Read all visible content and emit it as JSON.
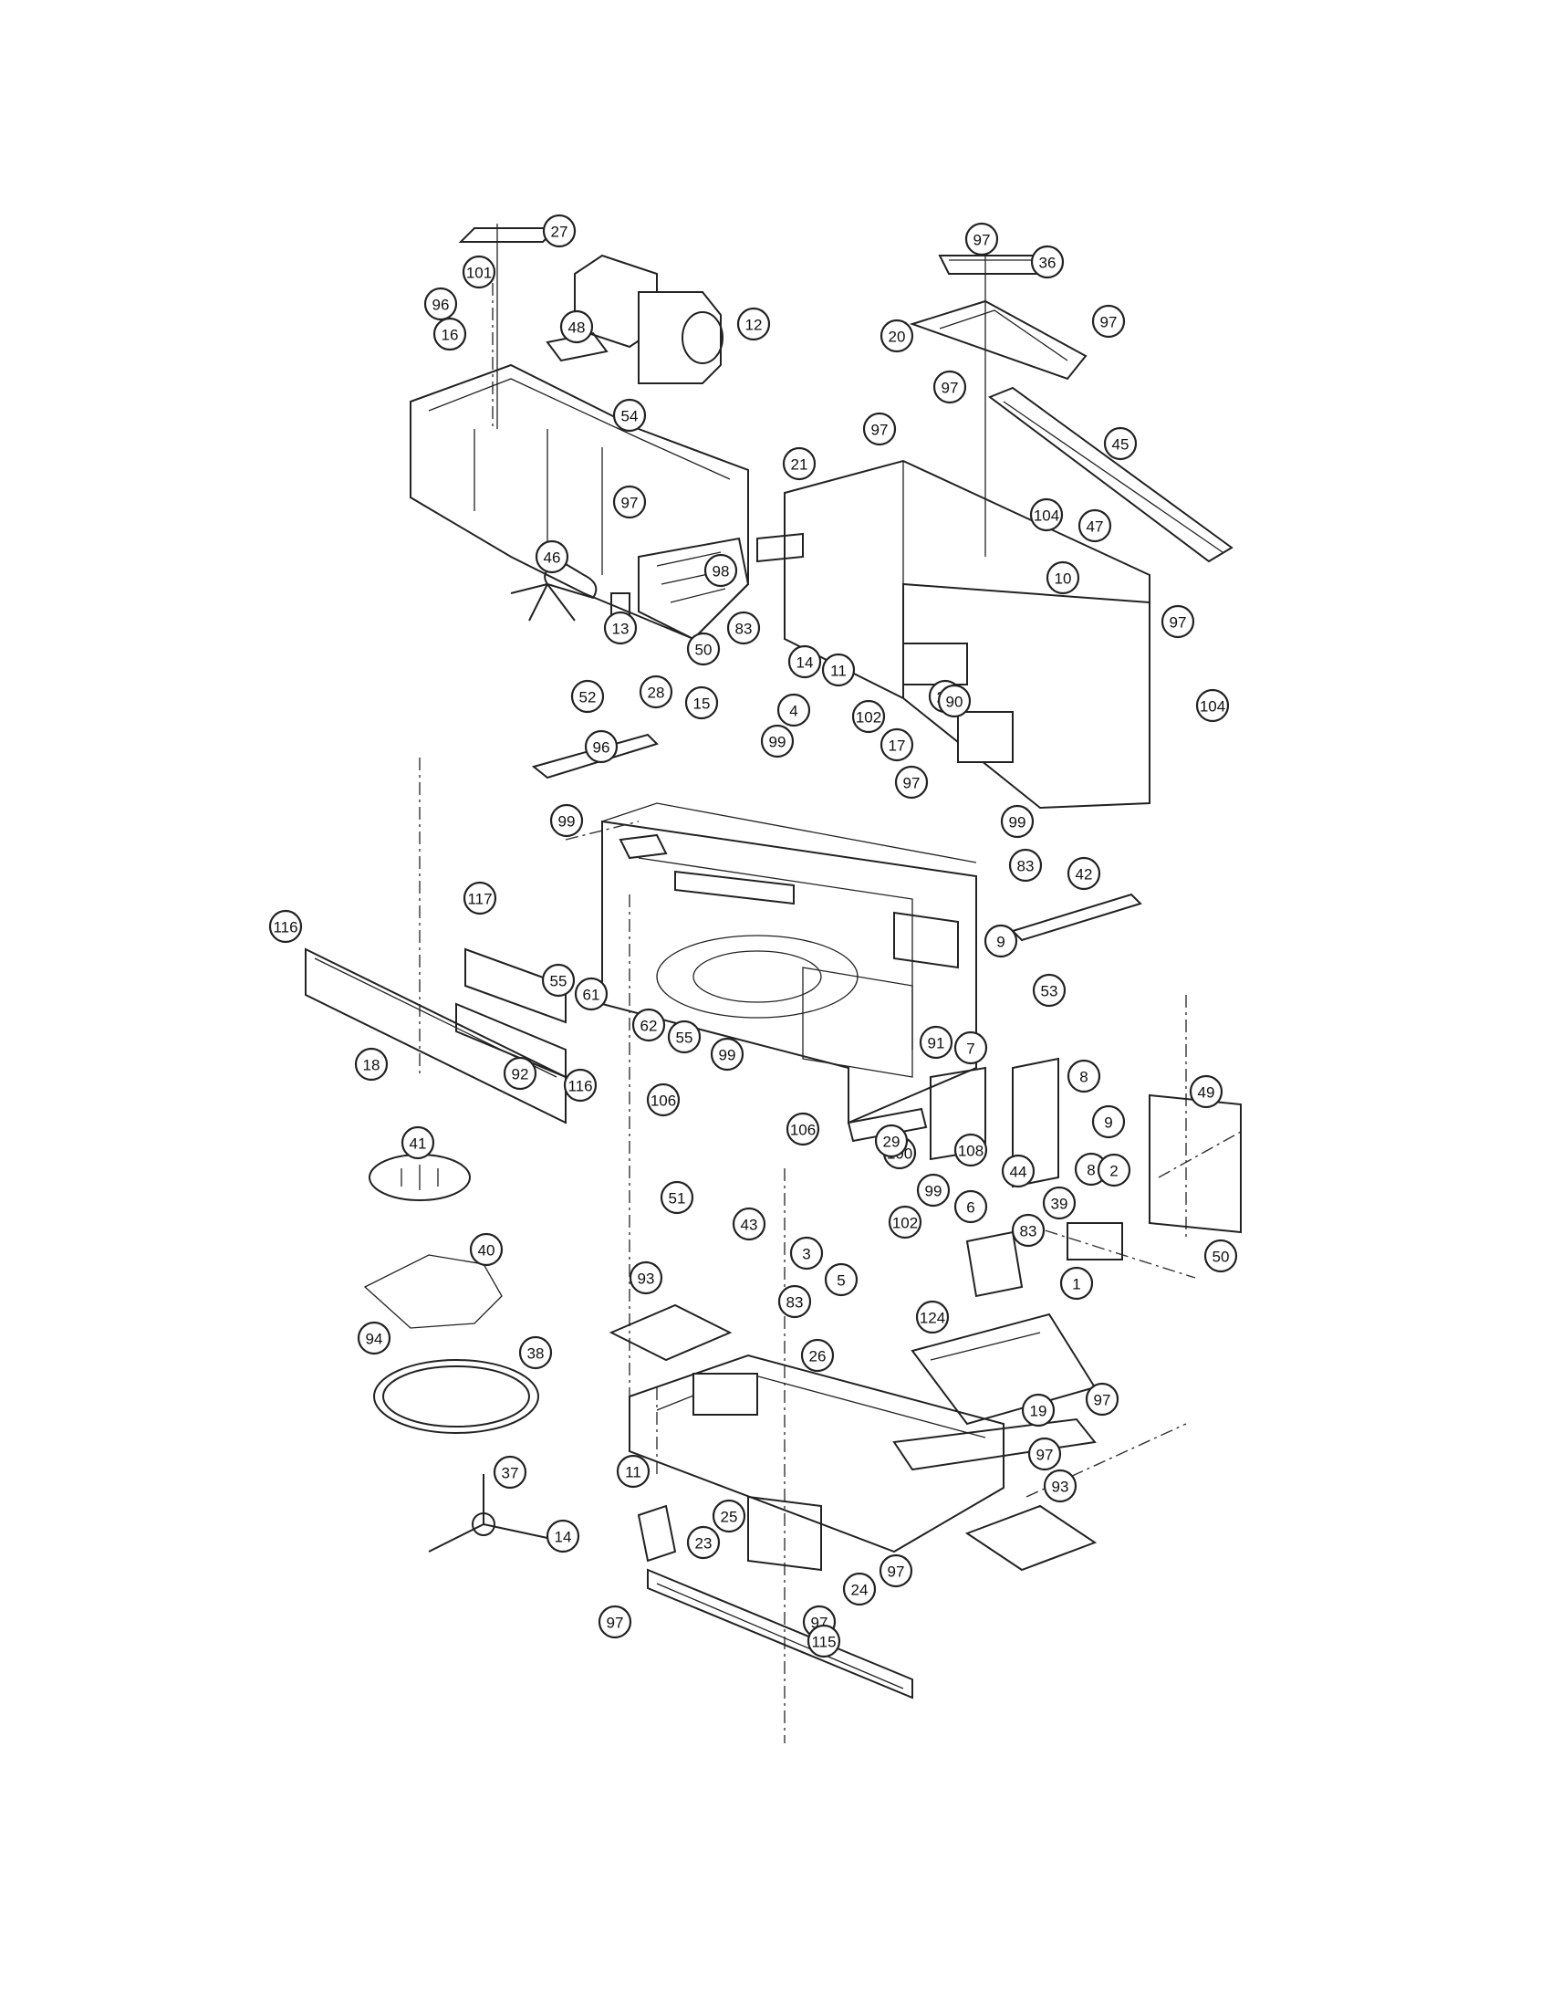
{
  "labels": [
    "27",
    "101",
    "96",
    "16",
    "12",
    "48",
    "54",
    "97",
    "98",
    "46",
    "13",
    "50",
    "97",
    "36",
    "20",
    "97",
    "97",
    "97",
    "45",
    "21",
    "104",
    "47",
    "10",
    "97",
    "22",
    "90",
    "104",
    "83",
    "14",
    "11",
    "4",
    "28",
    "15",
    "99",
    "102",
    "17",
    "97",
    "52",
    "96",
    "99",
    "117",
    "99",
    "83",
    "42",
    "9",
    "53",
    "116",
    "55",
    "61",
    "62",
    "55",
    "99",
    "92",
    "18",
    "116",
    "106",
    "106",
    "100",
    "91",
    "7",
    "8",
    "29",
    "108",
    "44",
    "9",
    "8",
    "49",
    "50",
    "41",
    "51",
    "43",
    "3",
    "99",
    "102",
    "6",
    "39",
    "2",
    "83",
    "5",
    "124",
    "1",
    "93",
    "83",
    "40",
    "94",
    "26",
    "38",
    "19",
    "97",
    "37",
    "97",
    "11",
    "25",
    "23",
    "14",
    "97",
    "24",
    "93",
    "97",
    "97",
    "115"
  ]
}
